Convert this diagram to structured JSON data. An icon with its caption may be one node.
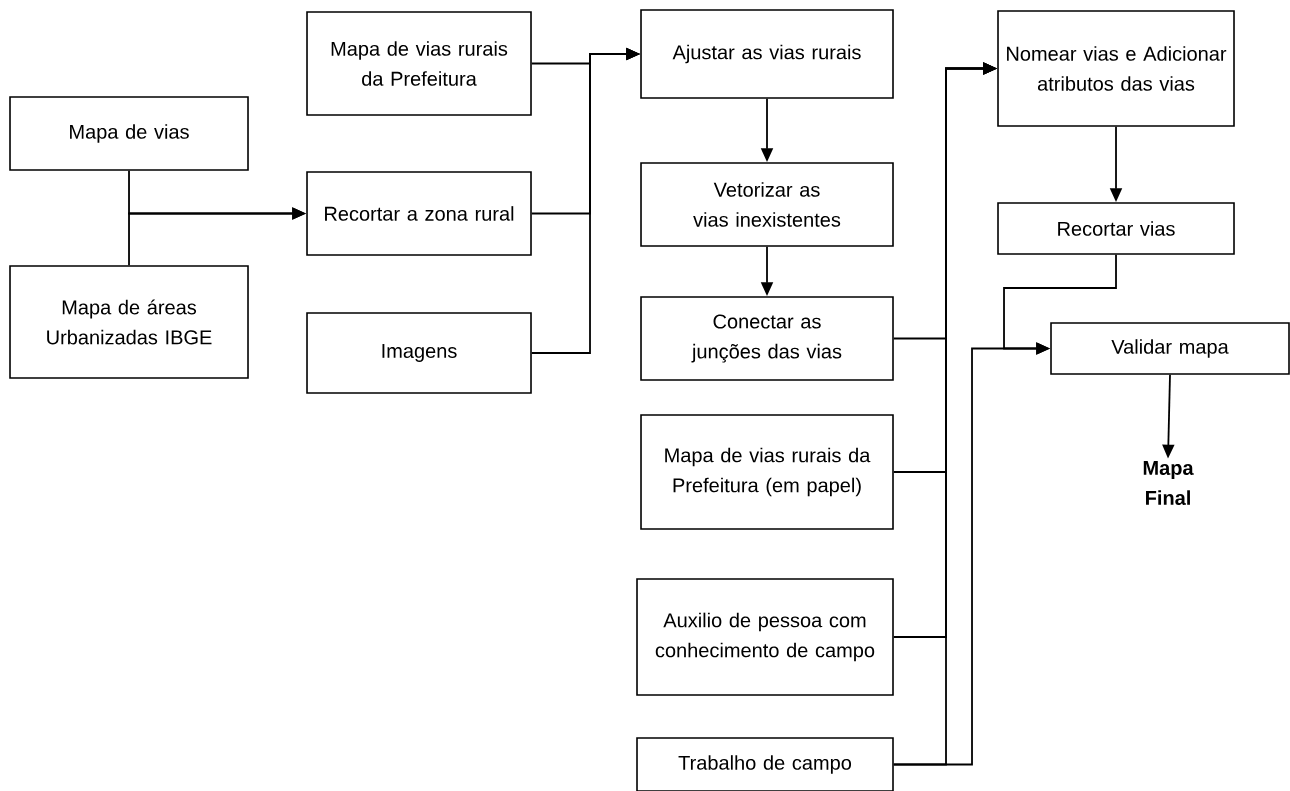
{
  "diagram": {
    "nodes": [
      {
        "text": [
          "Mapa de vias"
        ]
      },
      {
        "text": [
          "Mapa de áreas Urbanizadas IBGE"
        ]
      },
      {
        "text": [
          "Mapa de vias rurais da Prefeitura"
        ]
      },
      {
        "text": [
          "Recortar a zona rural"
        ]
      },
      {
        "text": [
          "Imagens"
        ]
      },
      {
        "text": [
          "Ajustar as vias rurais"
        ]
      },
      {
        "text": [
          "Vetorizar as vias inexistentes"
        ]
      },
      {
        "text": [
          "Conectar as junções das vias"
        ]
      },
      {
        "text": [
          "Mapa de vias rurais da Prefeitura (em papel)"
        ]
      },
      {
        "text": [
          "Auxilio de pessoa com conhecimento de campo"
        ]
      },
      {
        "text": [
          "Trabalho de campo"
        ]
      },
      {
        "text": [
          "Nomear vias e Adicionar atributos das vias"
        ]
      },
      {
        "text": [
          "Recortar vias"
        ]
      },
      {
        "text": [
          "Validar mapa"
        ]
      },
      {
        "text": [
          "Mapa Final"
        ]
      }
    ],
    "edges": [
      {
        "from": 0,
        "to": 3,
        "arrow": "to"
      },
      {
        "from": 1,
        "to": 3,
        "arrow": "to"
      },
      {
        "from": 2,
        "to": 5,
        "arrow": "to"
      },
      {
        "from": 3,
        "to": 5,
        "arrow": "to"
      },
      {
        "from": 4,
        "to": 5,
        "arrow": "to"
      },
      {
        "from": 5,
        "to": 6,
        "arrow": "to"
      },
      {
        "from": 6,
        "to": 7,
        "arrow": "to"
      },
      {
        "from": 7,
        "to": 11,
        "arrow": "to"
      },
      {
        "from": 8,
        "to": 11,
        "arrow": "to"
      },
      {
        "from": 9,
        "to": 11,
        "arrow": "to"
      },
      {
        "from": 10,
        "to": 11,
        "arrow": "to"
      },
      {
        "from": 11,
        "to": 12,
        "arrow": "to"
      },
      {
        "from": 12,
        "to": 13,
        "arrow": "to"
      },
      {
        "from": 10,
        "to": 13,
        "arrow": "to"
      },
      {
        "from": 13,
        "to": 14,
        "arrow": "to"
      }
    ]
  }
}
